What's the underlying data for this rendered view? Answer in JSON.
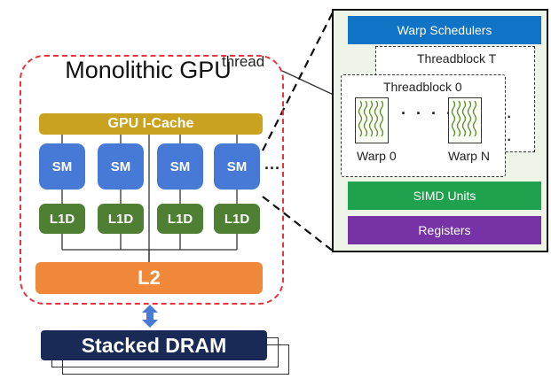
{
  "gpu": {
    "title": "Monolithic GPU",
    "icache": "GPU I-Cache",
    "sm_label": "SM",
    "l1d_label": "L1D",
    "l2": "L2",
    "dram": "Stacked DRAM",
    "ellipsis": "···"
  },
  "sm_detail": {
    "thread_label": "thread",
    "warp_schedulers": "Warp Schedulers",
    "threadblock_t": "Threadblock T",
    "threadblock_0": "Threadblock 0",
    "warp_0": "Warp 0",
    "warp_n": "Warp N",
    "simd_units": "SIMD Units",
    "registers": "Registers"
  },
  "colors": {
    "gpu_border": "#e8343c",
    "icache": "#c9a21f",
    "sm": "#4779d6",
    "l1d": "#4e7f33",
    "l2": "#f0883a",
    "dram": "#182a55",
    "warp_schedulers": "#0f73c6",
    "simd_units": "#1fa24d",
    "registers": "#7733a6",
    "arrow": "#4a7bd4"
  }
}
